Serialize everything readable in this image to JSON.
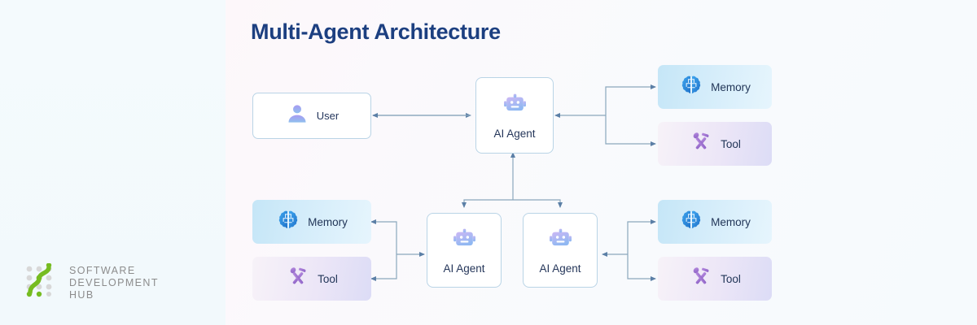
{
  "diagram": {
    "title": "Multi-Agent Architecture",
    "colors": {
      "title": "#1c3f80",
      "node_border": "#b9d4e6",
      "connector": "#8aa7bd",
      "memory_bg_start": "#c5e6f7",
      "memory_bg_end": "#e6f5fd",
      "tool_bg_start": "#f7f2f8",
      "tool_bg_end": "#dcdcf6",
      "label": "#24365c",
      "brain_icon": "#2f8fe0",
      "tool_icon": "#9d6fd0",
      "robot_icon": "#8b9df0",
      "user_icon": "#9b97ef"
    },
    "nodes": [
      {
        "id": "user",
        "label": "User",
        "icon": "user-icon",
        "type": "user"
      },
      {
        "id": "agent-top",
        "label": "AI Agent",
        "icon": "robot-icon",
        "type": "agent"
      },
      {
        "id": "memory-top",
        "label": "Memory",
        "icon": "brain-icon",
        "type": "memory"
      },
      {
        "id": "tool-top",
        "label": "Tool",
        "icon": "tools-icon",
        "type": "tool"
      },
      {
        "id": "memory-left",
        "label": "Memory",
        "icon": "brain-icon",
        "type": "memory"
      },
      {
        "id": "tool-left",
        "label": "Tool",
        "icon": "tools-icon",
        "type": "tool"
      },
      {
        "id": "agent-bottom-1",
        "label": "AI Agent",
        "icon": "robot-icon",
        "type": "agent"
      },
      {
        "id": "agent-bottom-2",
        "label": "AI Agent",
        "icon": "robot-icon",
        "type": "agent"
      },
      {
        "id": "memory-right",
        "label": "Memory",
        "icon": "brain-icon",
        "type": "memory"
      },
      {
        "id": "tool-right",
        "label": "Tool",
        "icon": "tools-icon",
        "type": "tool"
      }
    ],
    "connections": [
      {
        "from": "agent-top",
        "to": "user",
        "style": "bidirectional"
      },
      {
        "from": "agent-top",
        "to": "memory-top",
        "style": "bracket-right"
      },
      {
        "from": "agent-top",
        "to": "tool-top",
        "style": "bracket-right"
      },
      {
        "from": "agent-bottom-1",
        "to": "agent-top",
        "style": "up-split"
      },
      {
        "from": "agent-bottom-2",
        "to": "agent-top",
        "style": "up-split"
      },
      {
        "from": "agent-bottom-1",
        "to": "memory-left",
        "style": "bracket-left"
      },
      {
        "from": "agent-bottom-1",
        "to": "tool-left",
        "style": "bracket-left"
      },
      {
        "from": "agent-bottom-2",
        "to": "memory-right",
        "style": "bracket-right"
      },
      {
        "from": "agent-bottom-2",
        "to": "tool-right",
        "style": "bracket-right"
      }
    ]
  },
  "logo": {
    "line1": "Software",
    "line2": "Development",
    "line3": "Hub",
    "dot_color": "#d4d4d4",
    "accent_color": "#76bc21"
  }
}
